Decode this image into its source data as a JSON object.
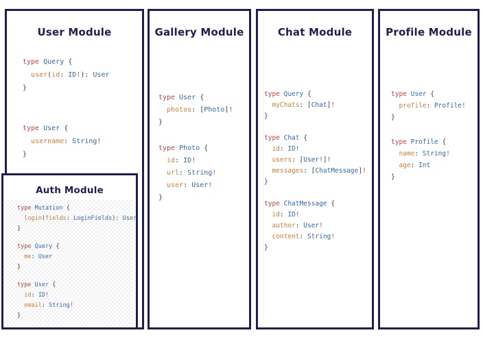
{
  "colors": {
    "panel_border": "#1e1e52",
    "title_text": "#1e1e52",
    "code_keyword_red": "#bf4440",
    "code_type_blue": "#3068b0",
    "code_field_orange": "#cd7e33",
    "code_punct_gray": "#3d3d3d"
  },
  "modules": [
    {
      "id": "user",
      "title": "User Module",
      "blocks": [
        [
          [
            [
              "k",
              "type "
            ],
            [
              "t",
              "Query "
            ],
            [
              "p",
              "{"
            ]
          ],
          [
            [
              "p",
              "  "
            ],
            [
              "f",
              "user"
            ],
            [
              "p",
              "("
            ],
            [
              "f",
              "id"
            ],
            [
              "p",
              ": "
            ],
            [
              "t",
              "ID"
            ],
            [
              "k",
              "!"
            ],
            [
              "p",
              "): "
            ],
            [
              "t",
              "User"
            ]
          ],
          [
            [
              "p",
              "}"
            ]
          ]
        ],
        [
          [
            [
              "k",
              "type "
            ],
            [
              "t",
              "User "
            ],
            [
              "p",
              "{"
            ]
          ],
          [
            [
              "p",
              "  "
            ],
            [
              "f",
              "username"
            ],
            [
              "p",
              ": "
            ],
            [
              "t",
              "String"
            ],
            [
              "k",
              "!"
            ]
          ],
          [
            [
              "p",
              "}"
            ]
          ]
        ]
      ]
    },
    {
      "id": "gallery",
      "title": "Gallery Module",
      "blocks": [
        [
          [
            [
              "k",
              "type "
            ],
            [
              "t",
              "User "
            ],
            [
              "p",
              "{"
            ]
          ],
          [
            [
              "p",
              "  "
            ],
            [
              "f",
              "photos"
            ],
            [
              "p",
              ": ["
            ],
            [
              "t",
              "Photo"
            ],
            [
              "p",
              "]"
            ],
            [
              "k",
              "!"
            ]
          ],
          [
            [
              "p",
              "}"
            ]
          ]
        ],
        [
          [
            [
              "k",
              "type "
            ],
            [
              "t",
              "Photo "
            ],
            [
              "p",
              "{"
            ]
          ],
          [
            [
              "p",
              "  "
            ],
            [
              "f",
              "id"
            ],
            [
              "p",
              ": "
            ],
            [
              "t",
              "ID"
            ],
            [
              "k",
              "!"
            ]
          ],
          [
            [
              "p",
              "  "
            ],
            [
              "f",
              "url"
            ],
            [
              "p",
              ": "
            ],
            [
              "t",
              "String"
            ],
            [
              "k",
              "!"
            ]
          ],
          [
            [
              "p",
              "  "
            ],
            [
              "f",
              "user"
            ],
            [
              "p",
              ": "
            ],
            [
              "t",
              "User"
            ],
            [
              "k",
              "!"
            ]
          ],
          [
            [
              "p",
              "}"
            ]
          ]
        ]
      ]
    },
    {
      "id": "chat",
      "title": "Chat Module",
      "blocks": [
        [
          [
            [
              "k",
              "type "
            ],
            [
              "t",
              "Query "
            ],
            [
              "p",
              "{"
            ]
          ],
          [
            [
              "p",
              "  "
            ],
            [
              "f",
              "myChats"
            ],
            [
              "p",
              ": ["
            ],
            [
              "t",
              "Chat"
            ],
            [
              "p",
              "]"
            ],
            [
              "k",
              "!"
            ]
          ],
          [
            [
              "p",
              "}"
            ]
          ]
        ],
        [
          [
            [
              "k",
              "type "
            ],
            [
              "t",
              "Chat "
            ],
            [
              "p",
              "{"
            ]
          ],
          [
            [
              "p",
              "  "
            ],
            [
              "f",
              "id"
            ],
            [
              "p",
              ": "
            ],
            [
              "t",
              "ID"
            ],
            [
              "k",
              "!"
            ]
          ],
          [
            [
              "p",
              "  "
            ],
            [
              "f",
              "users"
            ],
            [
              "p",
              ": ["
            ],
            [
              "t",
              "User"
            ],
            [
              "k",
              "!"
            ],
            [
              "p",
              "]"
            ],
            [
              "k",
              "!"
            ]
          ],
          [
            [
              "p",
              "  "
            ],
            [
              "f",
              "messages"
            ],
            [
              "p",
              ": ["
            ],
            [
              "t",
              "ChatMessage"
            ],
            [
              "p",
              "]"
            ],
            [
              "k",
              "!"
            ]
          ],
          [
            [
              "p",
              "}"
            ]
          ]
        ],
        [
          [
            [
              "k",
              "type "
            ],
            [
              "t",
              "ChatMessage "
            ],
            [
              "p",
              "{"
            ]
          ],
          [
            [
              "p",
              "  "
            ],
            [
              "f",
              "id"
            ],
            [
              "p",
              ": "
            ],
            [
              "t",
              "ID"
            ],
            [
              "k",
              "!"
            ]
          ],
          [
            [
              "p",
              "  "
            ],
            [
              "f",
              "author"
            ],
            [
              "p",
              ": "
            ],
            [
              "t",
              "User"
            ],
            [
              "k",
              "!"
            ]
          ],
          [
            [
              "p",
              "  "
            ],
            [
              "f",
              "content"
            ],
            [
              "p",
              ": "
            ],
            [
              "t",
              "String"
            ],
            [
              "k",
              "!"
            ]
          ],
          [
            [
              "p",
              "}"
            ]
          ]
        ]
      ]
    },
    {
      "id": "profile",
      "title": "Profile Module",
      "blocks": [
        [
          [
            [
              "k",
              "type "
            ],
            [
              "t",
              "User "
            ],
            [
              "p",
              "{"
            ]
          ],
          [
            [
              "p",
              "  "
            ],
            [
              "f",
              "profile"
            ],
            [
              "p",
              ": "
            ],
            [
              "t",
              "Profile"
            ],
            [
              "k",
              "!"
            ]
          ],
          [
            [
              "p",
              "}"
            ]
          ]
        ],
        [
          [
            [
              "k",
              "type "
            ],
            [
              "t",
              "Profile "
            ],
            [
              "p",
              "{"
            ]
          ],
          [
            [
              "p",
              "  "
            ],
            [
              "f",
              "name"
            ],
            [
              "p",
              ": "
            ],
            [
              "t",
              "String"
            ],
            [
              "k",
              "!"
            ]
          ],
          [
            [
              "p",
              "  "
            ],
            [
              "f",
              "age"
            ],
            [
              "p",
              ": "
            ],
            [
              "t",
              "Int"
            ]
          ],
          [
            [
              "p",
              "}"
            ]
          ]
        ]
      ]
    },
    {
      "id": "auth",
      "title": "Auth Module",
      "blocks": [
        [
          [
            [
              "k",
              "type "
            ],
            [
              "t",
              "Mutation "
            ],
            [
              "p",
              "{"
            ]
          ],
          [
            [
              "p",
              "  "
            ],
            [
              "f",
              "login"
            ],
            [
              "p",
              "("
            ],
            [
              "f",
              "fields"
            ],
            [
              "p",
              ": "
            ],
            [
              "t",
              "LoginFields"
            ],
            [
              "p",
              "): "
            ],
            [
              "t",
              "User"
            ]
          ],
          [
            [
              "p",
              "}"
            ]
          ]
        ],
        [
          [
            [
              "k",
              "type "
            ],
            [
              "t",
              "Query "
            ],
            [
              "p",
              "{"
            ]
          ],
          [
            [
              "p",
              "  "
            ],
            [
              "f",
              "me"
            ],
            [
              "p",
              ": "
            ],
            [
              "t",
              "User"
            ]
          ],
          [
            [
              "p",
              "}"
            ]
          ]
        ],
        [
          [
            [
              "k",
              "type "
            ],
            [
              "t",
              "User "
            ],
            [
              "p",
              "{"
            ]
          ],
          [
            [
              "p",
              "  "
            ],
            [
              "f",
              "id"
            ],
            [
              "p",
              ": "
            ],
            [
              "t",
              "ID"
            ],
            [
              "k",
              "!"
            ]
          ],
          [
            [
              "p",
              "  "
            ],
            [
              "f",
              "email"
            ],
            [
              "p",
              ": "
            ],
            [
              "t",
              "String"
            ],
            [
              "k",
              "!"
            ]
          ],
          [
            [
              "p",
              "}"
            ]
          ]
        ]
      ]
    }
  ]
}
